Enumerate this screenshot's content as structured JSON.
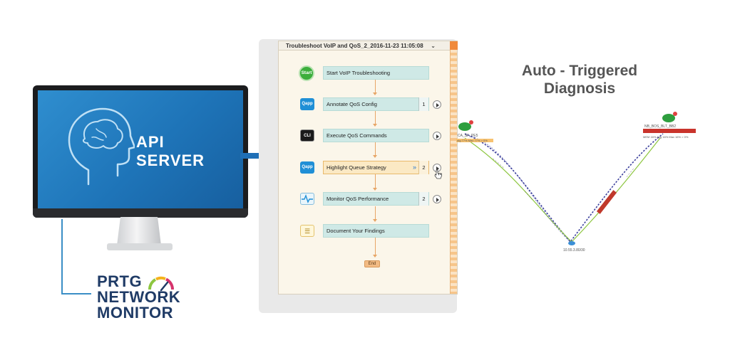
{
  "api_server": {
    "line1": "API",
    "line2": "SERVER"
  },
  "prtg": {
    "line1": "PRTG",
    "line2": "NETWORK",
    "line3": "MONITOR"
  },
  "workflow": {
    "title": "Troubleshoot VoIP and QoS_2_2016-11-23 11:05:08",
    "steps": [
      {
        "icon_label": "Start",
        "label": "Start VoIP Troubleshooting",
        "num": ""
      },
      {
        "icon_label": "Qapp",
        "label": "Annotate QoS Config",
        "num": "1"
      },
      {
        "icon_label": "CLI",
        "label": "Execute QoS Commands",
        "num": ""
      },
      {
        "icon_label": "Qapp",
        "label": "Highlight Queue Strategy",
        "num": "2"
      },
      {
        "icon_label": "",
        "label": "Monitor QoS Performance",
        "num": "2"
      },
      {
        "icon_label": "",
        "label": "Document Your Findings",
        "num": ""
      }
    ],
    "end_label": "End"
  },
  "diagram": {
    "title_line1": "Auto - Triggered",
    "title_line2": "Diagnosis",
    "left_node": "CA_SF_PE5",
    "right_node": "NB_BOS_BLT_BB2",
    "bottom_node": "10.55.3.80/30",
    "left_stat": "utg 77% Max 77% > 0%",
    "right_stat": "MEM 16% Avg 16% Max 16% > 0%"
  },
  "colors": {
    "screen_blue": "#1e74b8",
    "arrow_blue": "#1f6fb6",
    "prtg_navy": "#1f3b66",
    "step_teal": "#cfe9e6",
    "step_highlight": "#fbe9c4",
    "link_green": "#8dc63f",
    "link_purple": "#3b3f9c",
    "alert_red": "#c0392b"
  }
}
